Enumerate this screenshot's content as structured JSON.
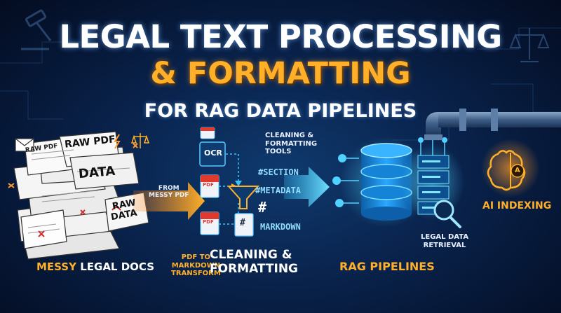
{
  "title": {
    "line1": "LEGAL TEXT PROCESSING",
    "line2": "& FORMATTING",
    "line3": "FOR RAG DATA PIPELINES"
  },
  "left": {
    "caption_highlight": "MESSY",
    "caption_rest": "LEGAL DOCS",
    "paper_raw_pdf_1": "RAW PDF",
    "paper_raw_pdf_2": "RAW PDF",
    "paper_data_1": "DATA",
    "paper_raw_data_top": "RAW",
    "paper_raw_data_bottom": "DATA"
  },
  "middle": {
    "from_label_line1": "FROM",
    "from_label_line2": "MESSY PDF",
    "ocr_label": "OCR",
    "pdf_label_1": "PDF",
    "pdf_label_2": "PDF",
    "tools_line1": "CLEANING &",
    "tools_line2": "FORMATTING",
    "tools_line3": "TOOLS",
    "tag_section": "#SECTION",
    "tag_metadata": "#METADATA",
    "tag_hash": "#",
    "tag_markdown": "MARKDOWN",
    "transform_line1": "PDF TO",
    "transform_line2": "MARKDOWN",
    "transform_line3": "TRANSFORM",
    "caption_line1": "CLEANING &",
    "caption_line2": "FORMATTING"
  },
  "right": {
    "rag_caption": "RAG PIPELINES",
    "retrieval_line1": "LEGAL DATA",
    "retrieval_line2": "RETRIEVAL",
    "ai_caption": "AI INDEXING",
    "brain_letter": "A"
  },
  "colors": {
    "orange": "#ffb028",
    "cyan": "#37c6ff",
    "navy": "#061634",
    "white": "#ffffff"
  }
}
